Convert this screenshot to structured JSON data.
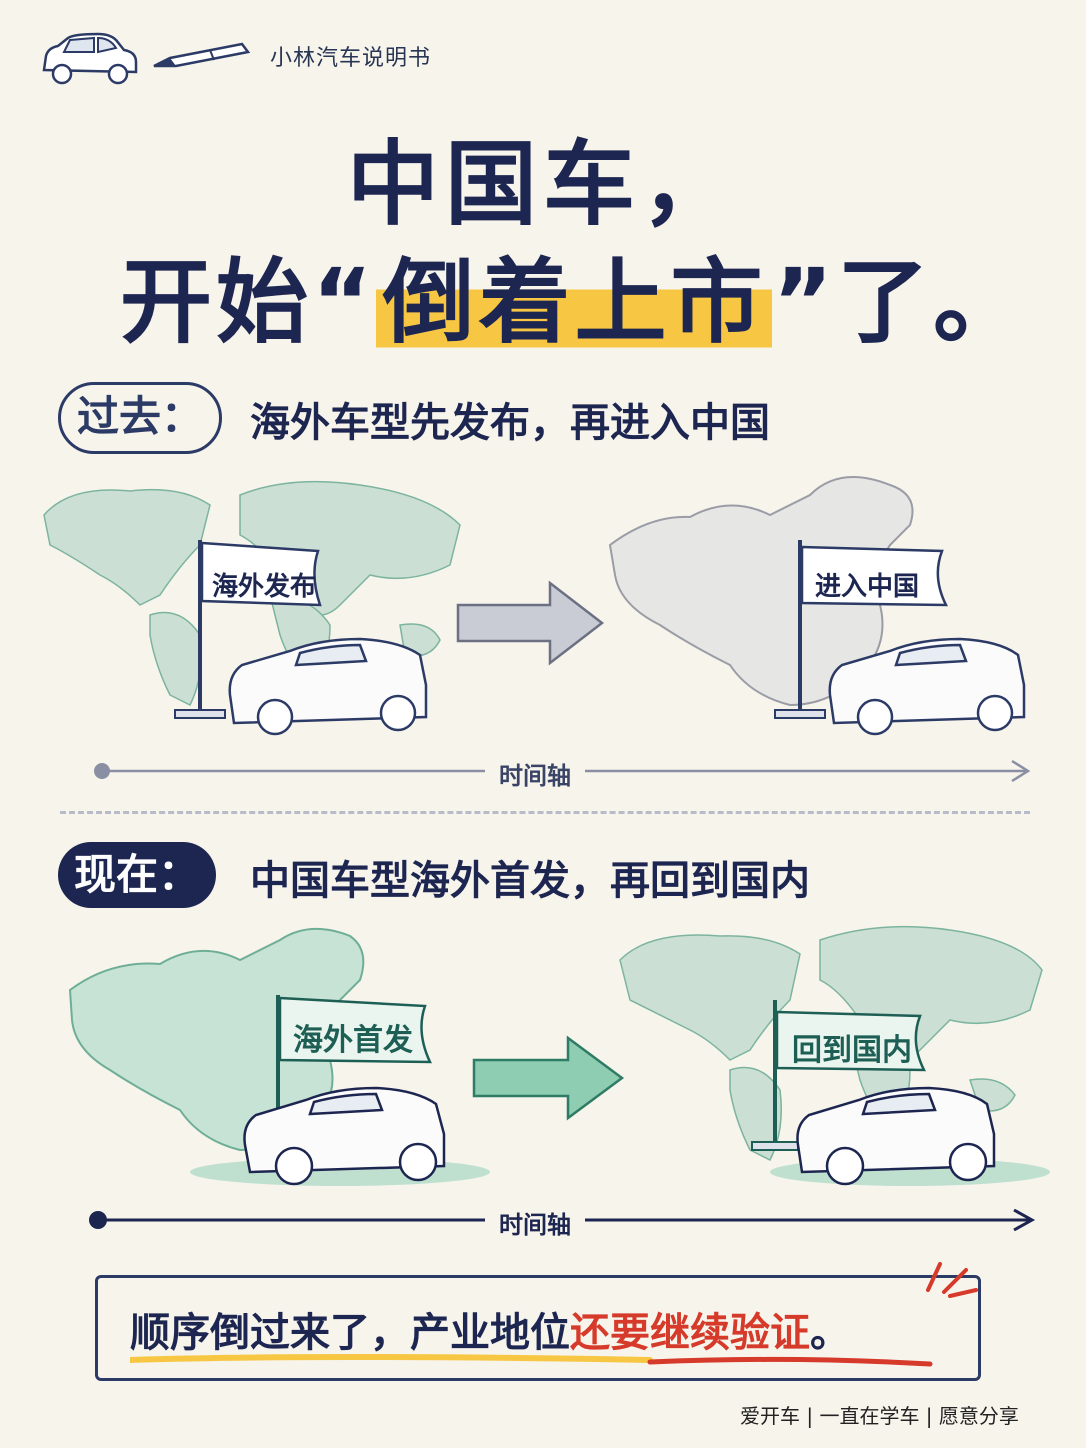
{
  "header": {
    "brand": "小林汽车说明书",
    "car_icon": "car-icon",
    "pen_icon": "pen-icon"
  },
  "title": {
    "line1": "中国车，",
    "line2_prefix": "开始“",
    "line2_highlight": "倒着上市",
    "line2_suffix": "”了。",
    "highlight_color": "#f7c744"
  },
  "past": {
    "label": "过去：",
    "description": "海外车型先发布，再进入中国",
    "left_flag": "海外发布",
    "right_flag": "进入中国",
    "timeline": "时间轴"
  },
  "now": {
    "label": "现在：",
    "description": "中国车型海外首发，再回到国内",
    "left_flag": "海外首发",
    "right_flag": "回到国内",
    "timeline": "时间轴"
  },
  "conclusion": {
    "text_prefix": "顺序倒过来了，产业地位",
    "text_highlight": "还要继续验证",
    "text_suffix": "。",
    "highlight_color": "#d63a2a"
  },
  "footer": {
    "text": "爱开车 | 一直在学车 | 愿意分享"
  },
  "colors": {
    "navy": "#1d2650",
    "green": "#5fae94",
    "gray": "#a8abb5",
    "background": "#f7f4ec"
  }
}
